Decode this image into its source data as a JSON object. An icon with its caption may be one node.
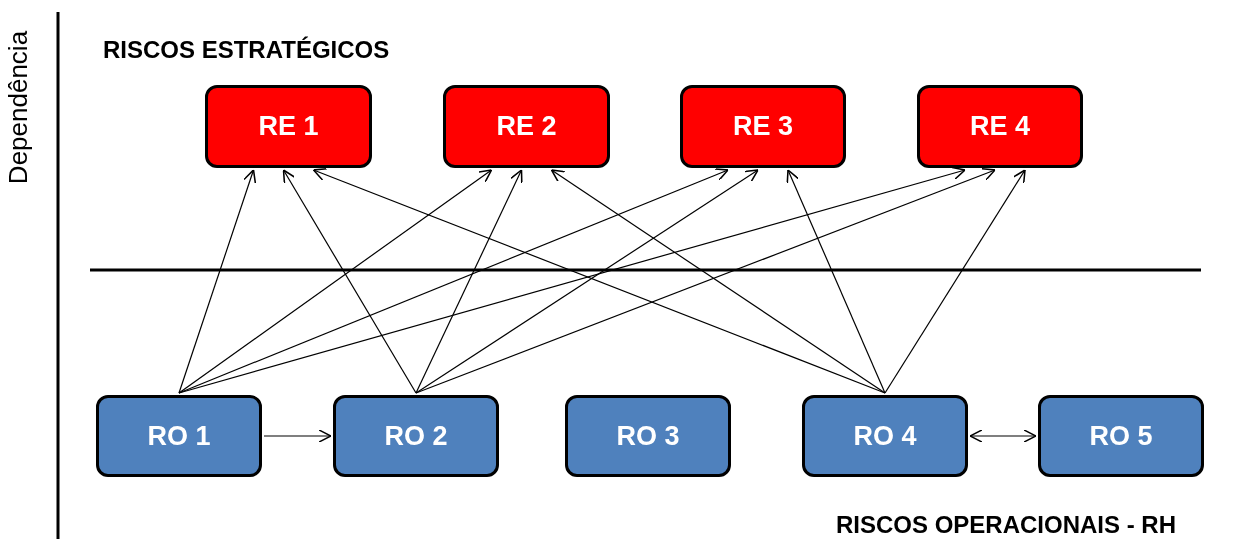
{
  "diagram": {
    "nodes": [
      {
        "text": [
          "RE 1"
        ]
      },
      {
        "text": [
          "RE 2"
        ]
      },
      {
        "text": [
          "RE 3"
        ]
      },
      {
        "text": [
          "RE 4"
        ]
      },
      {
        "text": [
          "RO 1"
        ]
      },
      {
        "text": [
          "RO 2"
        ]
      },
      {
        "text": [
          "RO 3"
        ]
      },
      {
        "text": [
          "RO 4"
        ]
      },
      {
        "text": [
          "RO 5"
        ]
      }
    ],
    "edges": [
      {
        "from": 4,
        "to": 0,
        "arrow": "to"
      },
      {
        "from": 4,
        "to": 1,
        "arrow": "to"
      },
      {
        "from": 4,
        "to": 2,
        "arrow": "to"
      },
      {
        "from": 4,
        "to": 3,
        "arrow": "to"
      },
      {
        "from": 5,
        "to": 0,
        "arrow": "to"
      },
      {
        "from": 5,
        "to": 1,
        "arrow": "to"
      },
      {
        "from": 5,
        "to": 2,
        "arrow": "to"
      },
      {
        "from": 5,
        "to": 3,
        "arrow": "to"
      },
      {
        "from": 7,
        "to": 0,
        "arrow": "to"
      },
      {
        "from": 7,
        "to": 1,
        "arrow": "to"
      },
      {
        "from": 7,
        "to": 2,
        "arrow": "to"
      },
      {
        "from": 7,
        "to": 3,
        "arrow": "to"
      },
      {
        "from": 4,
        "to": 5,
        "arrow": "to"
      },
      {
        "from": 7,
        "to": 8,
        "arrow": "both"
      }
    ],
    "labels": [
      "Dependência",
      "RISCOS ESTRATÉGICOS",
      "RISCOS OPERACIONAIS - RH"
    ]
  }
}
